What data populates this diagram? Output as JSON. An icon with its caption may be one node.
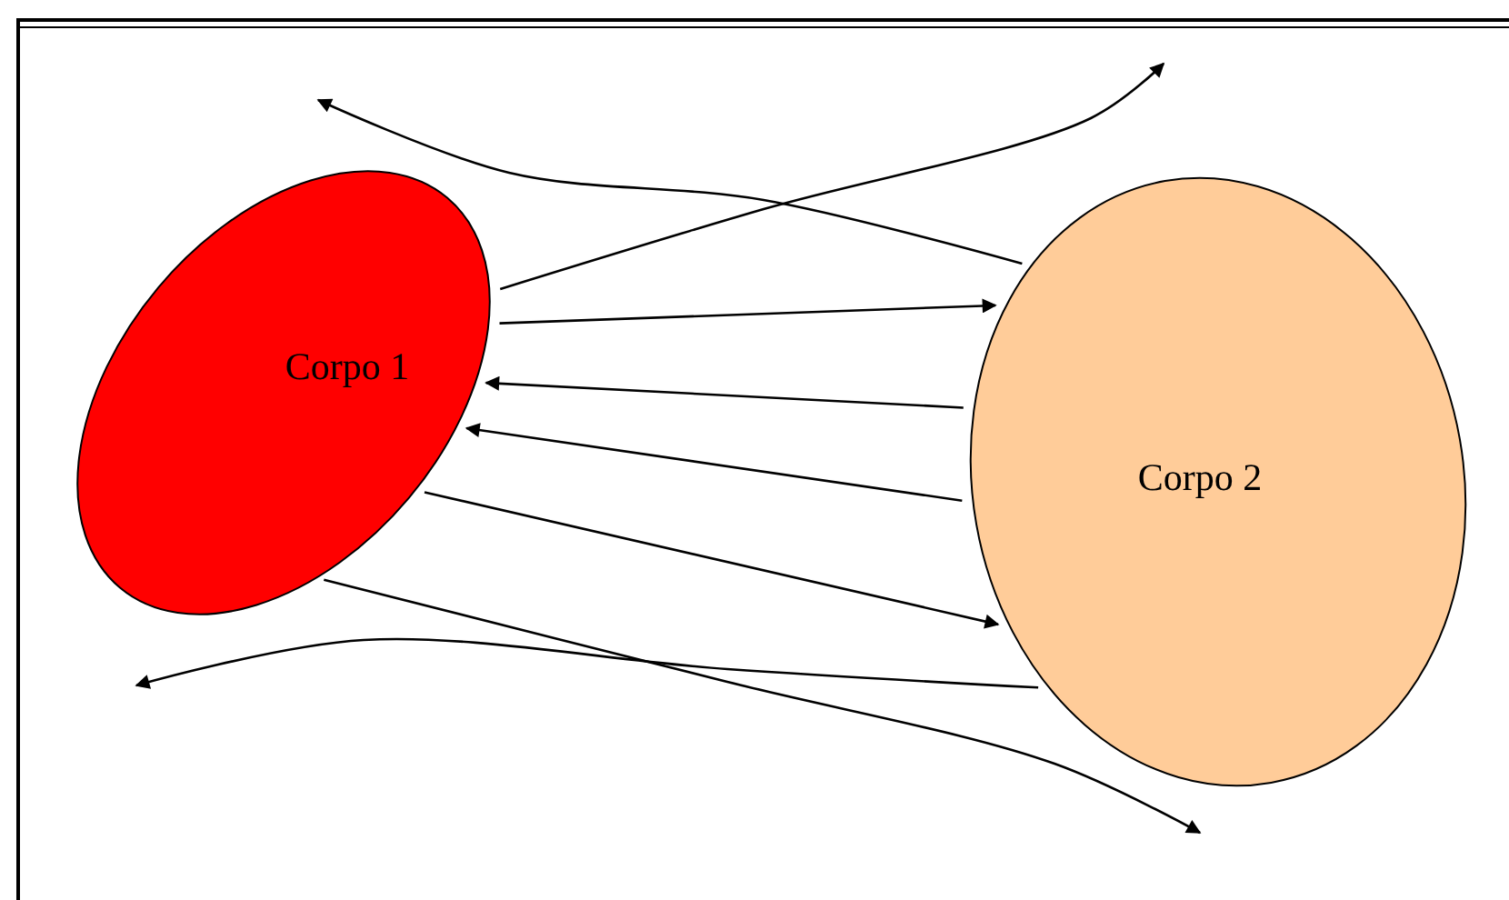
{
  "diagram": {
    "nodes": [
      {
        "text": [
          "Corpo 1"
        ]
      },
      {
        "text": [
          "Corpo 2"
        ]
      }
    ],
    "edges": [
      {
        "from": 1,
        "to": null,
        "arrow": "to"
      },
      {
        "from": 0,
        "to": null,
        "arrow": "to"
      },
      {
        "from": 0,
        "to": 1,
        "arrow": "to"
      },
      {
        "from": 1,
        "to": 0,
        "arrow": "to"
      },
      {
        "from": 1,
        "to": 0,
        "arrow": "to"
      },
      {
        "from": 0,
        "to": 1,
        "arrow": "to"
      },
      {
        "from": 1,
        "to": null,
        "arrow": "to"
      },
      {
        "from": 0,
        "to": null,
        "arrow": "to"
      }
    ]
  }
}
